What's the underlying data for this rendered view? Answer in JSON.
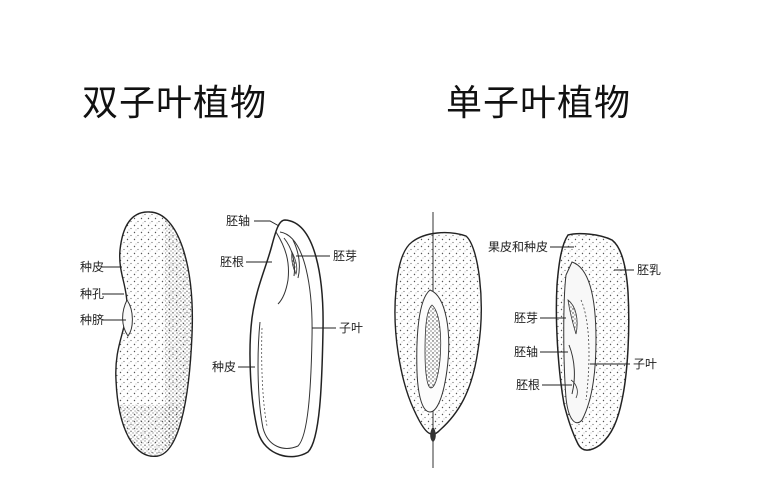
{
  "headings": {
    "dicot": "双子叶植物",
    "monocot": "单子叶植物"
  },
  "bean_outer": {
    "labels": [
      "种皮",
      "种孔",
      "种脐"
    ]
  },
  "bean_section": {
    "labels": [
      "胚轴",
      "胚根",
      "胚芽",
      "子叶",
      "种皮"
    ]
  },
  "corn_section": {
    "labels": [
      "果皮和种皮",
      "胚乳",
      "胚芽",
      "胚轴",
      "胚根",
      "子叶"
    ]
  },
  "colors": {
    "ink": "#222222",
    "stipple": "#444444",
    "background": "#ffffff"
  }
}
